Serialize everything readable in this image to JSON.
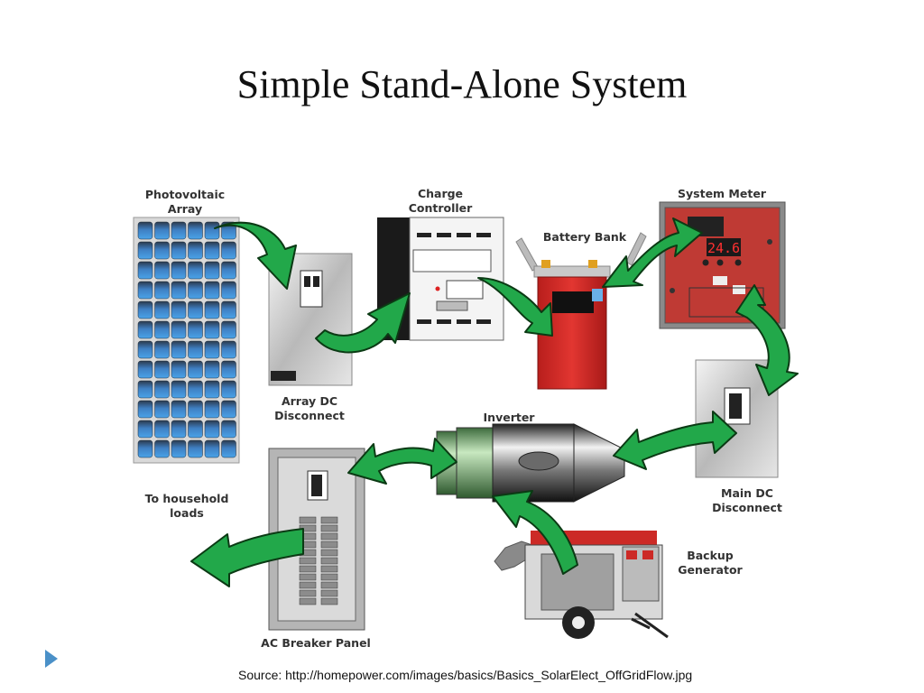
{
  "title": "Simple Stand-Alone System",
  "labels": {
    "pv_array": [
      "Photovoltaic",
      "Array"
    ],
    "array_dc_disconnect": [
      "Array DC",
      "Disconnect"
    ],
    "charge_controller": [
      "Charge",
      "Controller"
    ],
    "battery_bank": "Battery Bank",
    "system_meter": "System Meter",
    "main_dc_disconnect": [
      "Main DC",
      "Disconnect"
    ],
    "inverter": "Inverter",
    "household_loads": [
      "To household",
      "loads"
    ],
    "ac_breaker_panel": "AC Breaker Panel",
    "backup_generator": [
      "Backup",
      "Generator"
    ]
  },
  "meter_readout": "24.6",
  "source_text": "Source: http://homepower.com/images/basics/Basics_SolarElect_OffGridFlow.jpg",
  "colors": {
    "arrow_fill": "#22a84a",
    "battery_red": "#d72a26",
    "panel_blue": "#3a78b8"
  }
}
